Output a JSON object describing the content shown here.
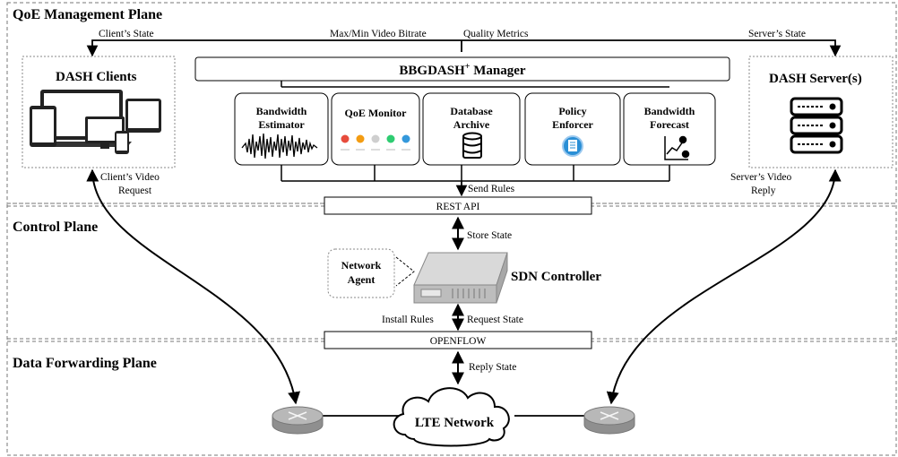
{
  "planes": {
    "qoe": "QoE Management Plane",
    "control": "Control Plane",
    "data": "Data Forwarding Plane"
  },
  "top_labels": {
    "clients_state": "Client’s State",
    "bitrate": "Max/Min Video Bitrate",
    "quality": "Quality Metrics",
    "server_state": "Server’s State"
  },
  "dash_clients": {
    "title": "DASH Clients"
  },
  "dash_servers": {
    "title": "DASH Server(s)"
  },
  "manager": {
    "title": "BBGDASH",
    "sup": "+",
    "suffix": " Manager"
  },
  "modules": {
    "bandwidth_estimator": [
      "Bandwidth",
      "Estimator"
    ],
    "qoe_monitor": [
      "QoE Monitor"
    ],
    "database_archive": [
      "Database",
      "Archive"
    ],
    "policy_enforcer": [
      "Policy",
      "Enforcer"
    ],
    "bandwidth_forecast": [
      "Bandwidth",
      "Forecast"
    ]
  },
  "labels": {
    "send_rules": "Send Rules",
    "rest_api": "REST API",
    "store_state": "Store State",
    "network_agent": [
      "Network",
      "Agent"
    ],
    "sdn_controller": "SDN Controller",
    "install_rules": "Install Rules",
    "request_state": "Request State",
    "openflow": "OPENFLOW",
    "reply_state": "Reply State",
    "lte_network": "LTE Network",
    "client_request": [
      "Client’s Video",
      "Request"
    ],
    "server_reply": [
      "Server’s Video",
      "Reply"
    ]
  },
  "colors": {
    "router_fill": "#b8b8b8",
    "router_dark": "#8f8f8f",
    "server_fill": "#d9d9d9",
    "emoji_red": "#e74c3c",
    "emoji_orange": "#f39c12",
    "emoji_grey": "#cfcfcf",
    "emoji_green": "#2ecc71",
    "emoji_blue": "#3498db",
    "policy_blue": "#2a8fd6"
  }
}
